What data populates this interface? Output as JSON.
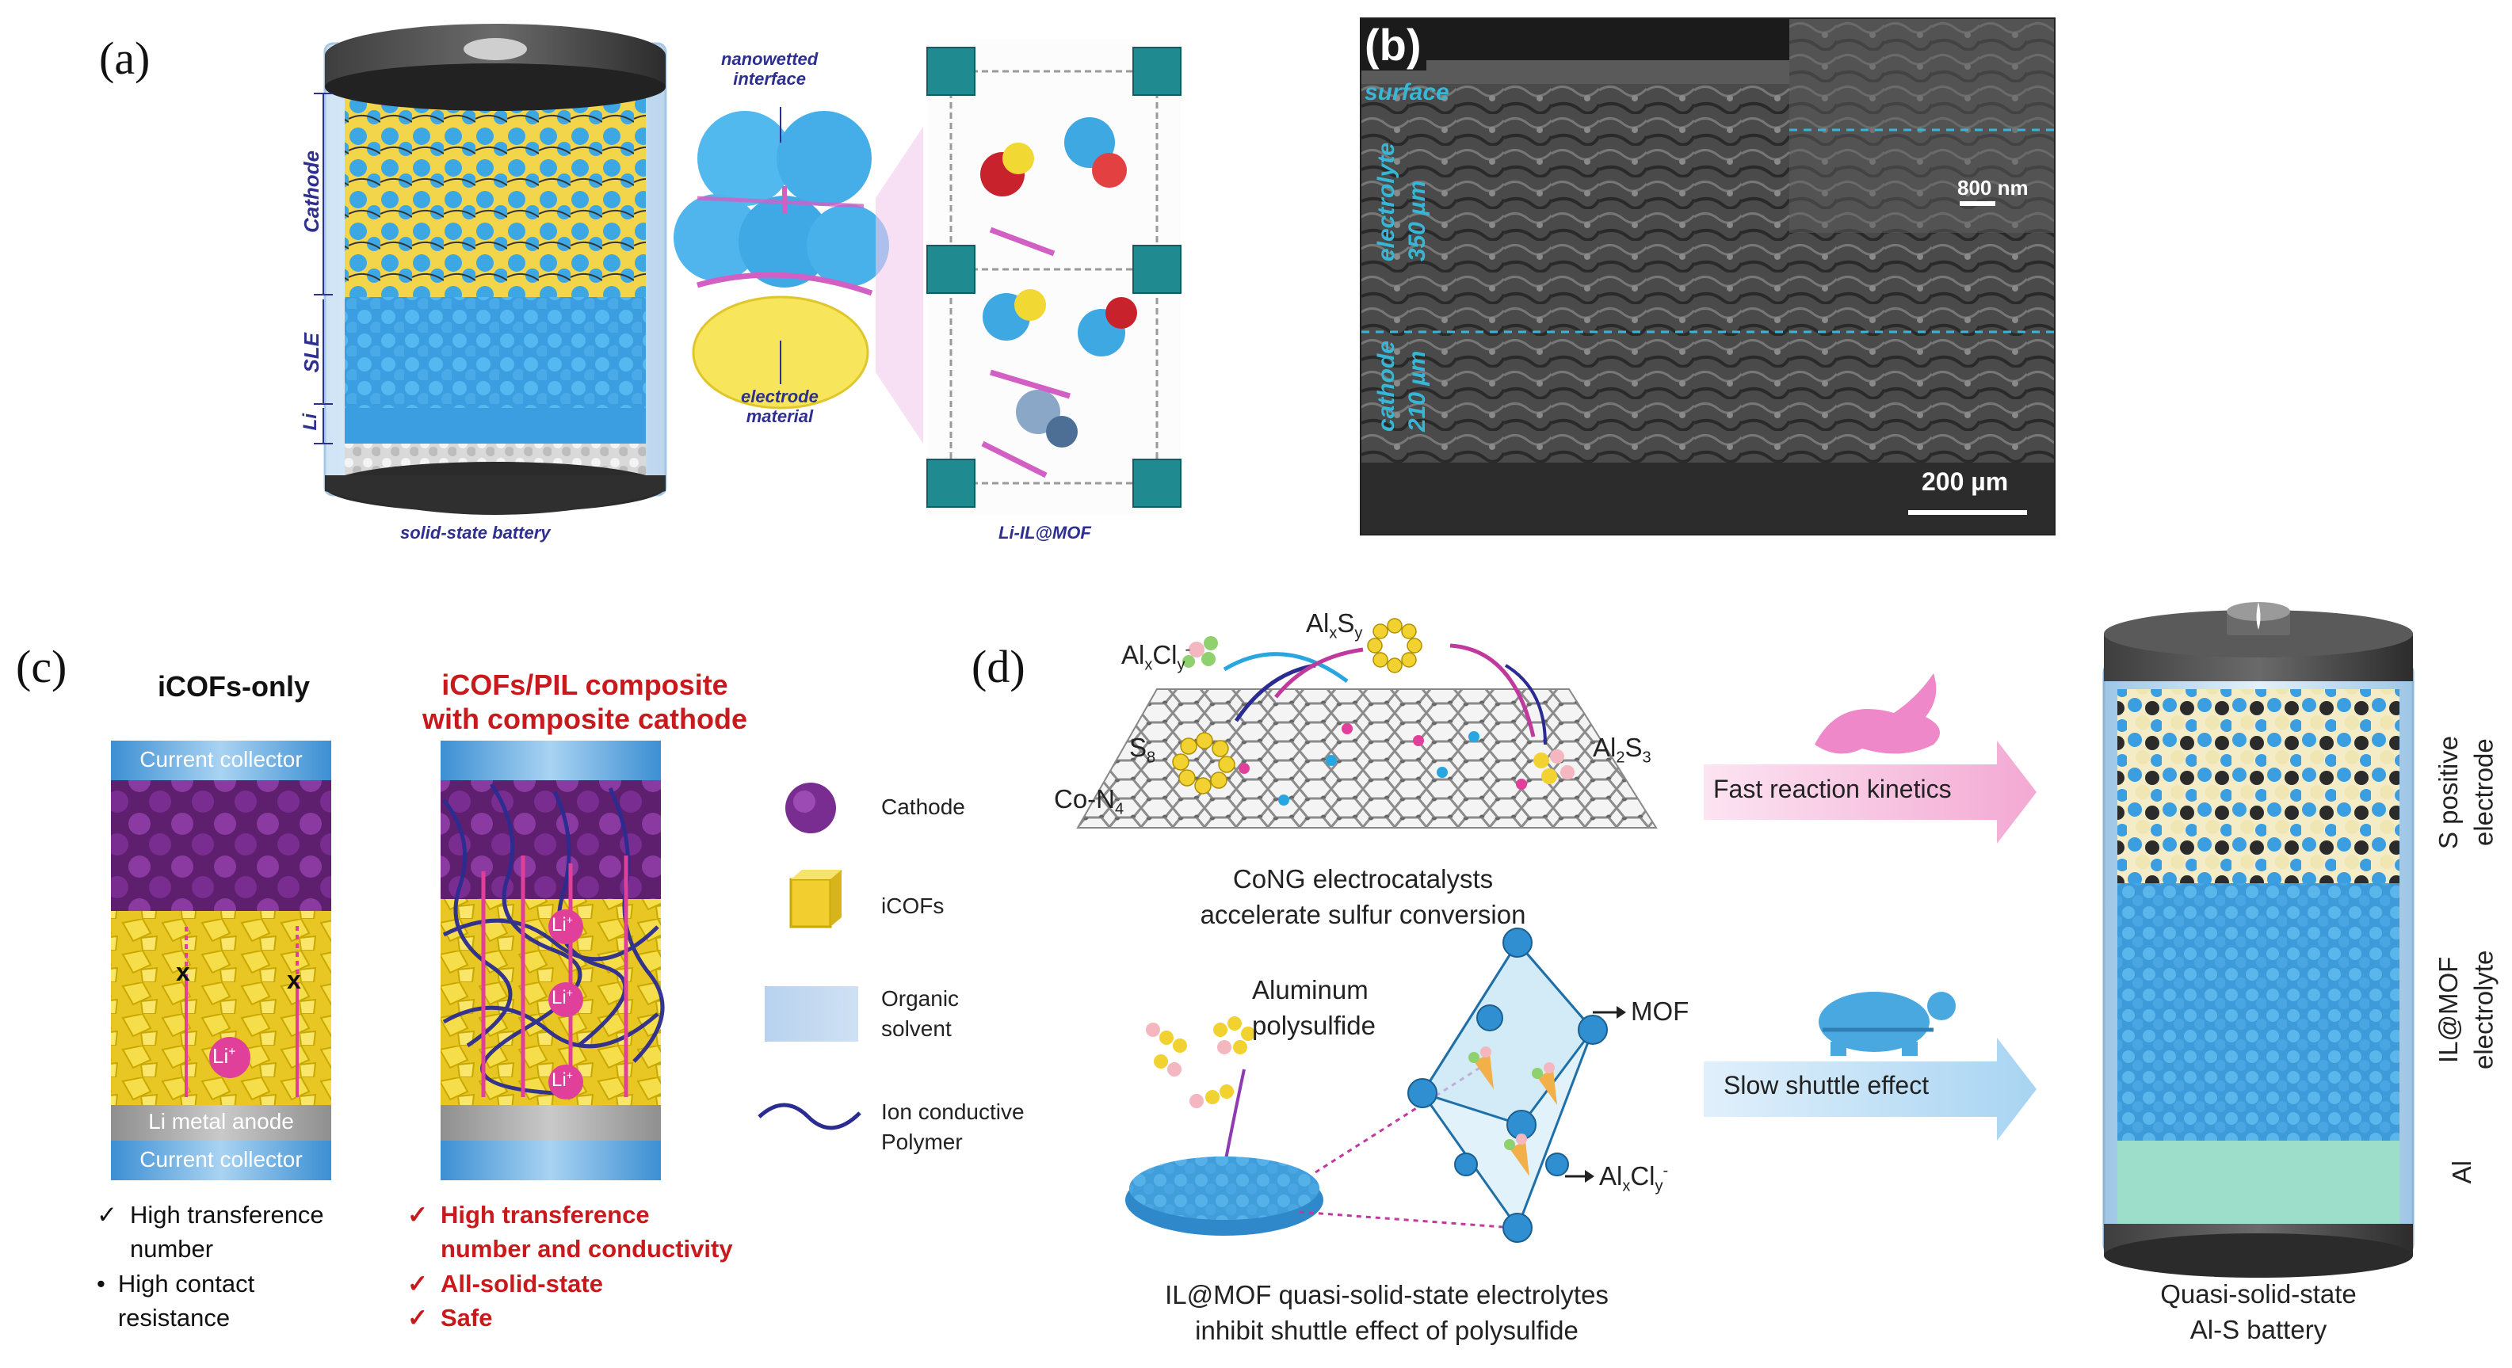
{
  "panel_a": {
    "label": "(a)",
    "layers": {
      "cathode": "Cathode",
      "sle": "SLE",
      "li": "Li"
    },
    "nanowetted": "nanowetted\ninterface",
    "electrode_material": "electrode\nmaterial",
    "battery_caption": "solid-state battery",
    "mof_caption": "Li-IL@MOF"
  },
  "panel_b": {
    "label": "(b)",
    "surface": "surface",
    "electrolyte": "electrolyte\n350 µm",
    "cathode": "cathode\n210 µm",
    "scale_inset": "800 nm",
    "scale_main": "200 µm"
  },
  "panel_c": {
    "label": "(c)",
    "left_title": "iCOFs-only",
    "right_title": "iCOFs/PIL composite\nwith composite cathode",
    "current_collector_top": "Current collector",
    "anode": "Li metal anode",
    "current_collector_bottom": "Current collector",
    "ion": "Li",
    "ion_sup": "+",
    "legend": [
      {
        "name": "Cathode"
      },
      {
        "name": "iCOFs"
      },
      {
        "name": "Organic\nsolvent"
      },
      {
        "name": "Ion conductive\nPolymer"
      }
    ],
    "left_points": [
      {
        "mark": "✓",
        "text": "High transference\nnumber"
      },
      {
        "mark": "•",
        "text": "High contact\nresistance"
      }
    ],
    "right_points": [
      {
        "mark": "✓",
        "text": "High transference\nnumber and conductivity"
      },
      {
        "mark": "✓",
        "text": "All-solid-state"
      },
      {
        "mark": "✓",
        "text": "Safe"
      }
    ]
  },
  "panel_d": {
    "label": "(d)",
    "alxcly": {
      "a": "Al",
      "x": "x",
      "b": "Cl",
      "y": "y",
      "sup": "-"
    },
    "alxsy": {
      "a": "Al",
      "x": "x",
      "b": "S",
      "y": "y"
    },
    "s8": {
      "a": "S",
      "sub": "8"
    },
    "al2s3": {
      "a": "Al",
      "sub1": "2",
      "b": "S",
      "sub2": "3"
    },
    "con4": {
      "a": "Co-N",
      "sub": "4"
    },
    "cong_caption": "CoNG electrocatalysts\naccelerate sulfur conversion",
    "fast_label": "Fast reaction kinetics",
    "slow_label": "Slow shuttle effect",
    "polysulfide": "Aluminum\npolysulfide",
    "mof": "MOF",
    "iomof_caption": "IL@MOF quasi-solid-state electrolytes\ninhibit shuttle effect of polysulfide",
    "battery_labels": {
      "s": "S positive\nelectrode",
      "il": "IL@MOF\nelectrolyte",
      "al": "Al"
    },
    "battery_caption": "Quasi-solid-state\nAl-S battery"
  }
}
